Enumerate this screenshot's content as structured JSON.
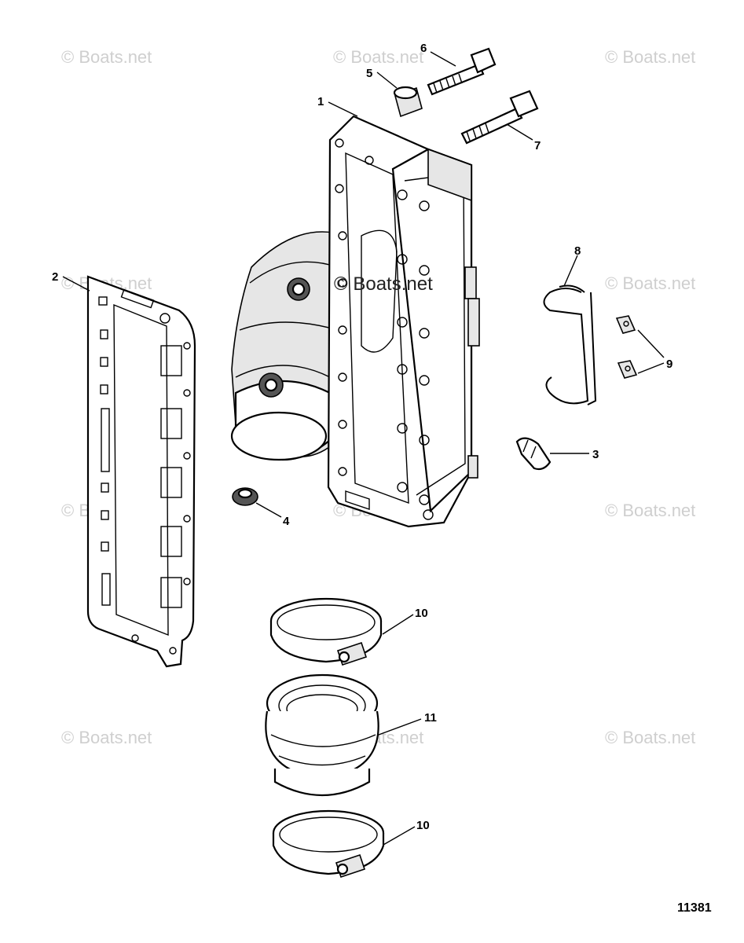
{
  "watermarks": {
    "top_left": "© Boats.net",
    "top_center": "© Boats.net",
    "top_right": "© Boats.net",
    "mid_left": "© Boats.net",
    "mid_center": "© Boats.net",
    "mid_right": "© Boats.net",
    "low_left": "© Boats.net",
    "low_center": "© Boats.net",
    "low_right": "© Boats.net",
    "bottom_left": "© Boats.net",
    "bottom_center": "© Boats.net",
    "bottom_right": "© Boats.net"
  },
  "callouts": {
    "c1": "1",
    "c2": "2",
    "c3": "3",
    "c4": "4",
    "c5": "5",
    "c6": "6",
    "c7": "7",
    "c8": "8",
    "c9": "9",
    "c10a": "10",
    "c10b": "10",
    "c11": "11"
  },
  "figure_number": "11381"
}
